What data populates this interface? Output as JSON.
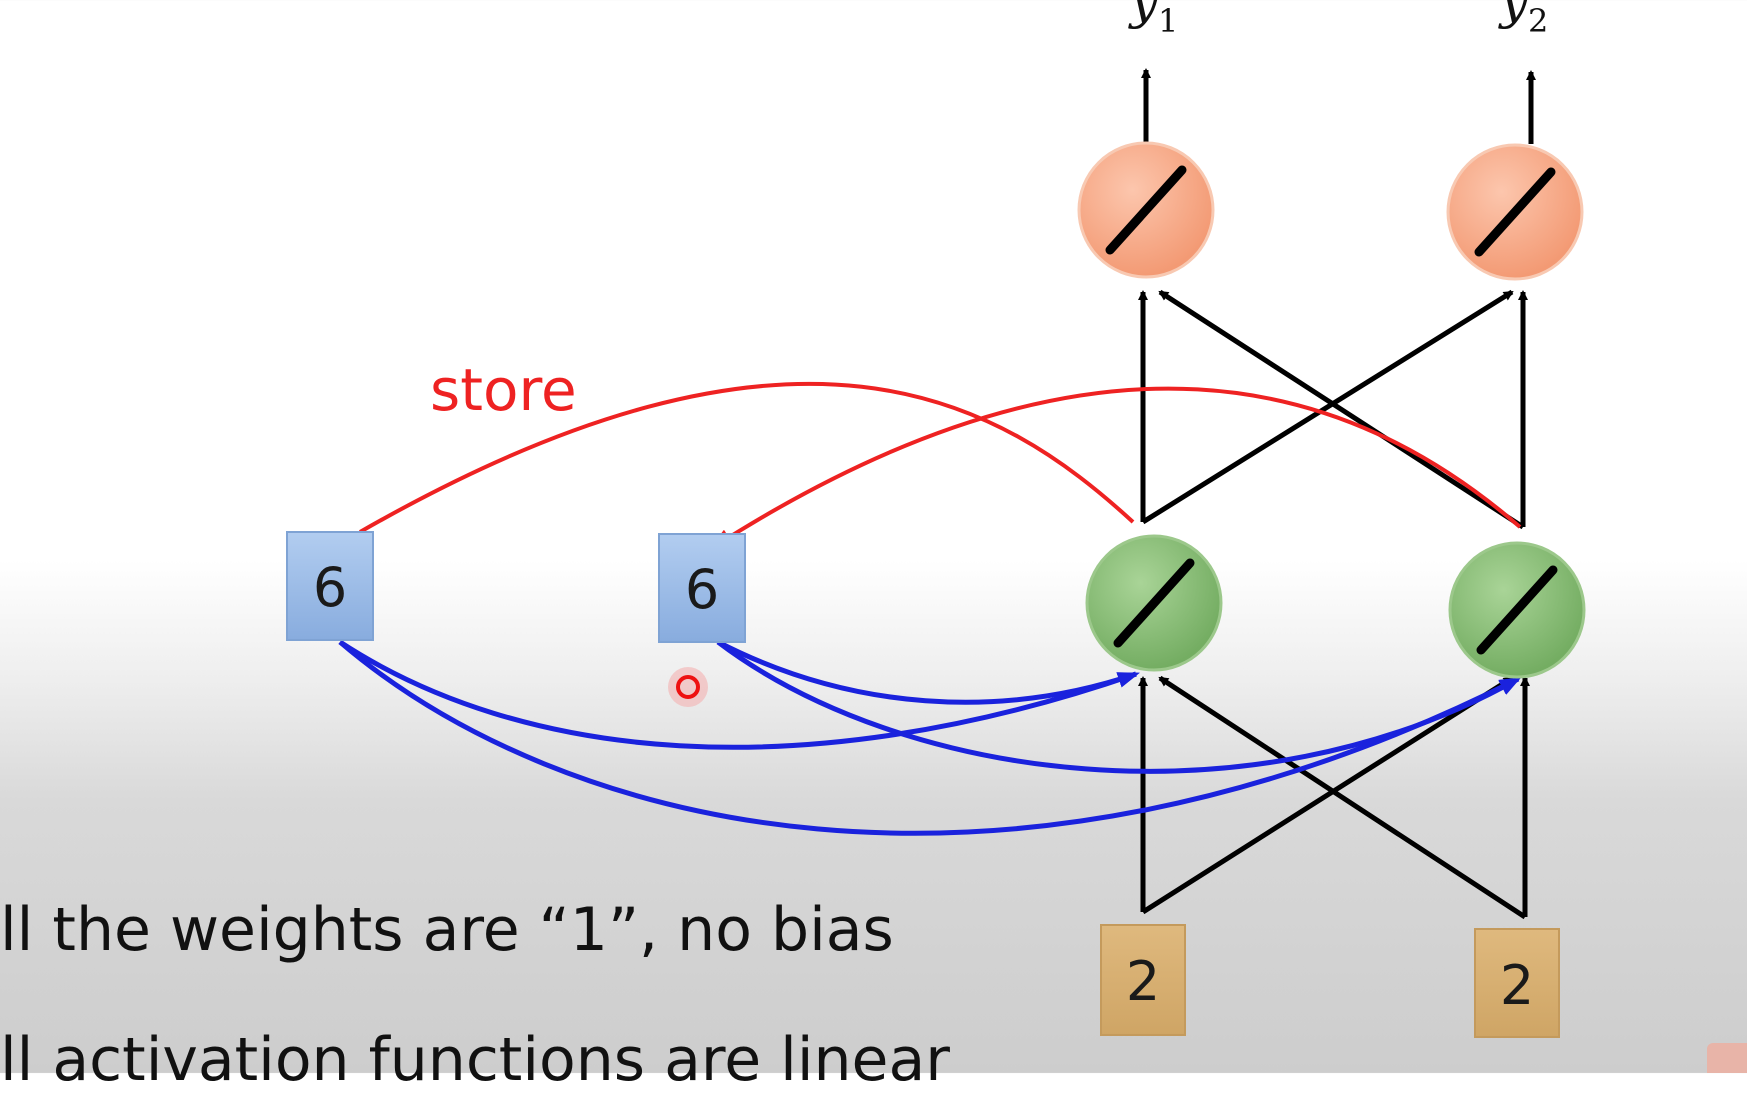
{
  "diagram": {
    "outputs": [
      {
        "symbol": "y",
        "subscript": "1"
      },
      {
        "symbol": "y",
        "subscript": "2"
      }
    ],
    "memory_cells": [
      "6",
      "6"
    ],
    "inputs": [
      "2",
      "2"
    ],
    "store_label": "store",
    "colors": {
      "output_neuron": "#f7a98a",
      "hidden_neuron": "#8cc27a",
      "memory_cell": "#9dbde6",
      "input_cell": "#d9b172",
      "store_arrow": "#ee2222",
      "memory_to_hidden_arrow": "#1a22dd",
      "connection": "#000000"
    },
    "icons": {
      "neuron_activation": "linear-activation-slash-icon",
      "pointer": "red-dot-cursor-icon"
    }
  },
  "notes": [
    "ll the weights are “1”, no bias",
    "ll activation functions are linear"
  ]
}
